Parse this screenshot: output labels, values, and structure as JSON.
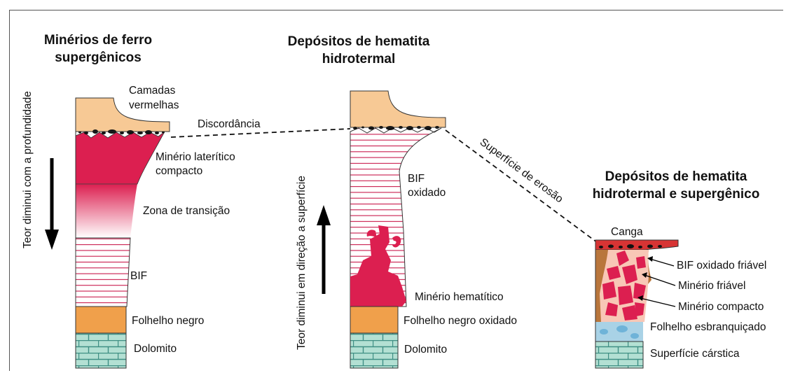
{
  "titles": {
    "left_line1": "Minérios de ferro",
    "left_line2": "supergênicos",
    "mid_line1": "Depósitos de hematita",
    "mid_line2": "hidrotermal",
    "right_line1": "Depósitos de hematita",
    "right_line2": "hidrotermal e supergênico"
  },
  "left_column": {
    "camadas_line1": "Camadas",
    "camadas_line2": "vermelhas",
    "discordancia": "Discordância",
    "laterite_line1": "Minério laterítico",
    "laterite_line2": "compacto",
    "transicao": "Zona de transição",
    "bif": "BIF",
    "folhelho": "Folhelho negro",
    "dolomito": "Dolomito",
    "axis_label": "Teor diminui com a profundidade"
  },
  "middle_column": {
    "bif_line1": "BIF",
    "bif_line2": "oxidado",
    "hematitico": "Minério hematítico",
    "folhelho": "Folhelho negro oxidado",
    "dolomito": "Dolomito",
    "erosao": "Superfície de erosão",
    "axis_label": "Teor diminui em direção a superfície"
  },
  "right_column": {
    "canga": "Canga",
    "bif_friavel": "BIF oxidado friável",
    "minerio_friavel": "Minério friável",
    "minerio_compacto": "Minério compacto",
    "folhelho": "Folhelho esbranquiçado",
    "carstica": "Superfície cárstica"
  },
  "colors": {
    "sandstone": "#f7c995",
    "ore": "#dc1f50",
    "shale": "#f0a04b",
    "dolomite": "#b3e0d3",
    "brown": "#b9763c",
    "canga": "#d73434"
  }
}
